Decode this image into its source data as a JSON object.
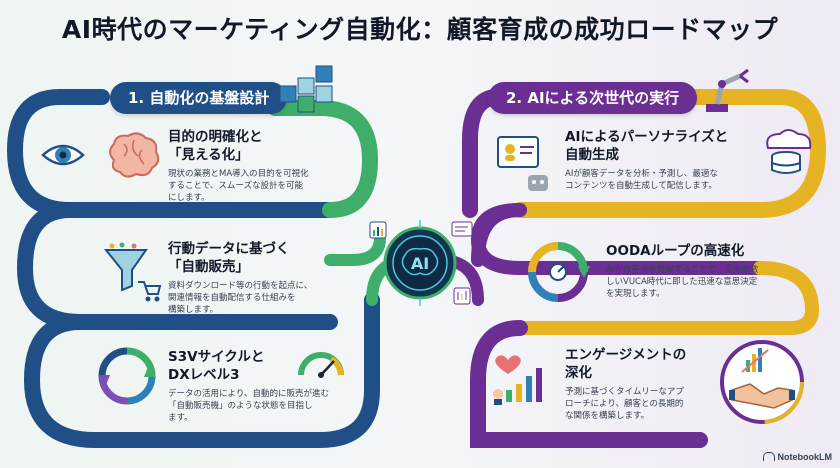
{
  "header": {
    "title": "AI時代のマーケティング自動化：顧客育成の成功ロードマップ"
  },
  "left": {
    "label": "1. 自動化の基盤設計",
    "cards": [
      {
        "title": "目的の明確化と\n「見える化」",
        "desc": "現状の業務とMA導入の目的を可視化\nすることで、スムーズな設計を可能\nにします。"
      },
      {
        "title": "行動データに基づく\n「自動販売」",
        "desc": "資料ダウンロード等の行動を起点に、\n関連情報を自動配信する仕組みを\n構築します。"
      },
      {
        "title": "S3Vサイクルと\nDXレベル3",
        "desc": "データの活用により、自動的に販売が進む\n「自動販売機」のような状態を目指し\nます。"
      }
    ]
  },
  "right": {
    "label": "2. AIによる次世代の実行",
    "cards": [
      {
        "title": "AIによるパーソナライズと\n自動生成",
        "desc": "AIが顧客データを分析・予測し、最適な\nコンテンツを自動生成して配信します。"
      },
      {
        "title": "OODAループの高速化",
        "desc": "AIが改善点を提案することで、変化の激\nしいVUCA時代に即した迅速な意思決定\nを実現します。"
      },
      {
        "title": "エンゲージメントの\n深化",
        "desc": "予測に基づくタイムリーなアプ\nローチにより、顧客との長期的\nな関係を構築します。"
      }
    ]
  },
  "center": {
    "chip_label": "AI"
  },
  "footer": {
    "brand": "NotebookLM"
  },
  "colors": {
    "navy": "#1f4f86",
    "green": "#3fae6a",
    "purple": "#6b2f93",
    "gold": "#e6b422"
  }
}
